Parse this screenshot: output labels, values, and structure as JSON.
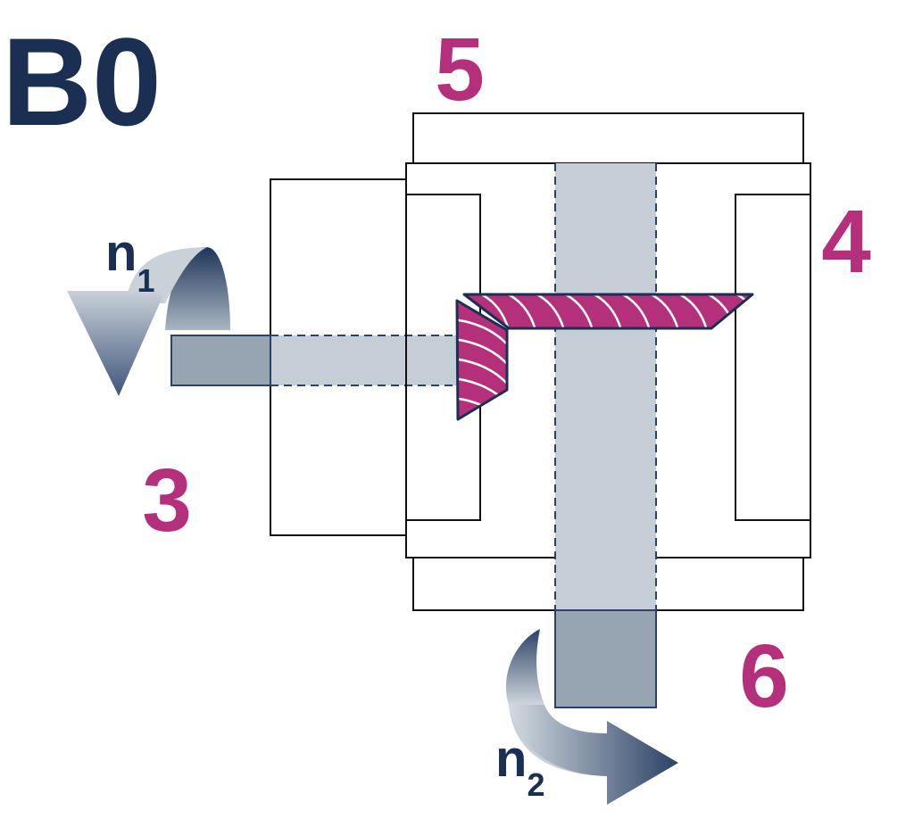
{
  "title": "B0",
  "labels": {
    "top": "5",
    "right": "4",
    "left": "3",
    "bottom": "6"
  },
  "speeds": {
    "input": {
      "symbol": "n",
      "sub": "1"
    },
    "output": {
      "symbol": "n",
      "sub": "2"
    }
  },
  "colors": {
    "navy": "#1b2f52",
    "magenta": "#b5307a",
    "shaft_light": "#c5ced6",
    "shaft_dark": "#96a5b1"
  }
}
